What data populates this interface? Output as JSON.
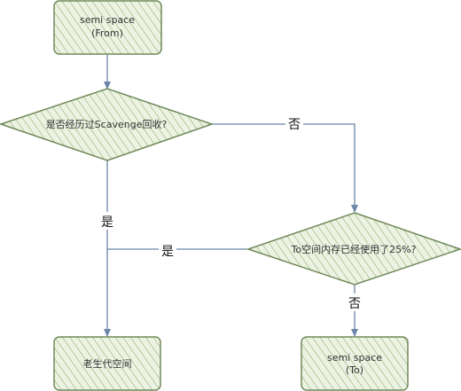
{
  "diagram": {
    "nodes": {
      "from": {
        "line1": "semi space",
        "line2": "(From)"
      },
      "decision1": {
        "label": "是否经历过Scavenge回收?"
      },
      "decision2": {
        "label": "To空间内存已经使用了25%?"
      },
      "old": {
        "label": "老生代空间"
      },
      "to": {
        "line1": "semi space",
        "line2": "(To)"
      }
    },
    "edges": {
      "d1_no": "否",
      "d1_yes": "是",
      "d2_yes": "是",
      "d2_no": "否"
    },
    "colors": {
      "node_fill": "#dfe9d0",
      "node_stroke": "#6f8a5a",
      "hatch": "#9fb585",
      "edge_stroke": "#6b86a8"
    }
  }
}
